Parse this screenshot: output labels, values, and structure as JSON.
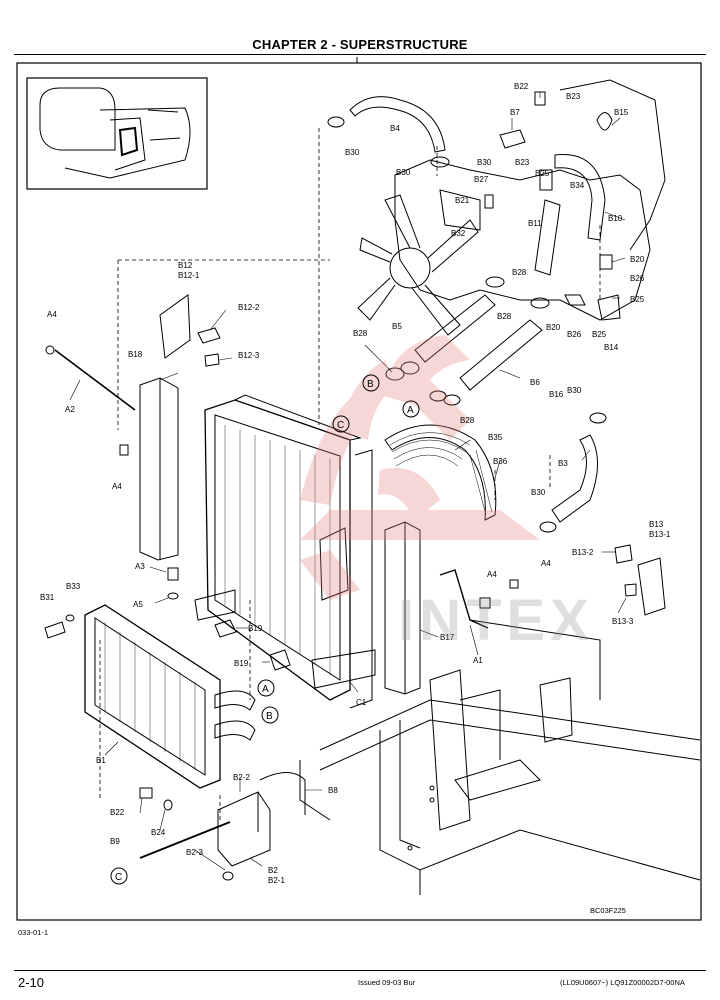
{
  "header": {
    "title": "CHAPTER 2 - SUPERSTRUCTURE"
  },
  "labels": {
    "B22_top": "B22",
    "B23_top": "B23",
    "B15": "B15",
    "B7": "B7",
    "B4": "B4",
    "B30_a": "B30",
    "B30_b": "B30",
    "B30_c": "B30",
    "B23_mid": "B23",
    "B34": "B34",
    "B27": "B27",
    "B25_a": "B25",
    "B21": "B21",
    "B10": "B10",
    "B32": "B32",
    "B11": "B11",
    "B20_a": "B20",
    "B26_a": "B26",
    "B28_a": "B28",
    "B25_b": "B25",
    "B28_b": "B28",
    "B20_b": "B20",
    "B26_b": "B26",
    "B25_c": "B25",
    "B14": "B14",
    "B12": "B12",
    "B12_1": "B12-1",
    "B12_2": "B12-2",
    "B12_3": "B12-3",
    "A4_a": "A4",
    "A2": "A2",
    "A4_b": "A4",
    "B18": "B18",
    "B28_c": "B28",
    "B5": "B5",
    "B6": "B6",
    "B28_d": "B28",
    "B30_d": "B30",
    "B16": "B16",
    "B3": "B3",
    "B35": "B35",
    "B36": "B36",
    "B30_e": "B30",
    "B13": "B13",
    "B13_1": "B13-1",
    "B13_2": "B13-2",
    "B13_3": "B13-3",
    "A4_c": "A4",
    "A4_d": "A4",
    "A3": "A3",
    "A5": "A5",
    "B33": "B33",
    "B31": "B31",
    "B19_a": "B19",
    "B19_b": "B19",
    "B17": "B17",
    "A1": "A1",
    "C1": "C1",
    "B1": "B1",
    "B2_2": "B2-2",
    "B8": "B8",
    "B22_b": "B22",
    "B24": "B24",
    "B9": "B9",
    "B2_3": "B2-3",
    "B2": "B2",
    "B2_1": "B2-1"
  },
  "callouts": {
    "A_top": "A",
    "B_top": "B",
    "C_top": "C",
    "A_bot": "A",
    "B_bot": "B",
    "C_bot": "C"
  },
  "watermark": {
    "text": "INTEX"
  },
  "footer": {
    "figure_id": "033-01-1",
    "drawing_code": "BC03F225",
    "page_number": "2-10",
    "issue": "Issued 09-03   Bur",
    "doc_code": "(LL09U0607~)   LQ91Z00002D7-00NA"
  },
  "colors": {
    "line": "#000000",
    "watermark": "#e87a7a",
    "paper": "#ffffff"
  }
}
